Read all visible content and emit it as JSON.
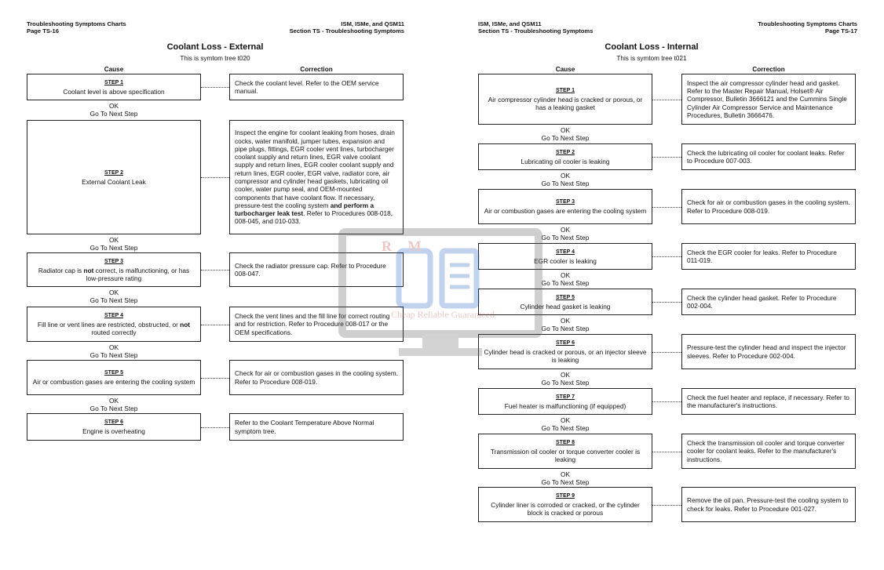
{
  "left": {
    "header_left": [
      "Troubleshooting Symptoms Charts",
      "Page TS-16"
    ],
    "header_right": [
      "ISM, ISMe, and QSM11",
      "Section TS - Troubleshooting Symptoms"
    ],
    "title": "Coolant Loss - External",
    "subtitle": "This is symtom tree t020",
    "cause_header": "Cause",
    "correction_header": "Correction",
    "ok_label": "OK",
    "next_label": "Go To Next Step",
    "steps": [
      {
        "step": "STEP 1",
        "cause": "Coolant level is above specification",
        "correction": "Check the coolant level. Refer to the OEM service manual."
      },
      {
        "step": "STEP 2",
        "cause": "External Coolant Leak",
        "correction": "Inspect the engine for coolant leaking from hoses, drain cocks, water manifold, jumper tubes, expansion and pipe plugs, fittings, EGR cooler vent lines, turbocharger coolant supply and return lines, EGR valve coolant supply and return lines, EGR cooler coolant supply and return lines, EGR cooler, EGR valve, radiator core, air compressor and cylinder head gaskets, lubricating oil cooler, water pump seal, and OEM-mounted components that have coolant flow. If necessary, pressure-test the cooling system ",
        "correction_bold": "and perform a turbocharger leak test",
        "correction_tail": ". Refer to Procedures 008-018, 008-045, and 010-033."
      },
      {
        "step": "STEP 3",
        "cause_pre": "Radiator cap is ",
        "cause_bold": "not",
        "cause_post": " correct, is malfunctioning, or has low-pressure rating",
        "correction": "Check the radiator pressure cap. Refer to Procedure 008-047."
      },
      {
        "step": "STEP 4",
        "cause_pre": "Fill line or vent lines are restricted, obstructed, or ",
        "cause_bold": "not",
        "cause_post": " routed correctly",
        "correction": "Check the vent lines and the fill line for correct routing and for restriction. Refer to Procedure 008-017 or the OEM specifications."
      },
      {
        "step": "STEP 5",
        "cause": "Air or combustion gases are entering the cooling system",
        "correction": "Check for air or combustion gases in the cooling system. Refer to Procedure 008-019."
      },
      {
        "step": "STEP 6",
        "cause": "Engine is overheating",
        "correction": "Refer to the Coolant Temperature Above Normal symptom tree."
      }
    ]
  },
  "right": {
    "header_left": [
      "ISM, ISMe, and QSM11",
      "Section TS - Troubleshooting Symptoms"
    ],
    "header_right": [
      "Troubleshooting Symptoms Charts",
      "Page TS-17"
    ],
    "title": "Coolant Loss - Internal",
    "subtitle": "This is symtom tree t021",
    "cause_header": "Cause",
    "correction_header": "Correction",
    "ok_label": "OK",
    "next_label": "Go To Next Step",
    "steps": [
      {
        "step": "STEP 1",
        "cause": "Air compressor cylinder head is cracked or porous, or has a leaking gasket",
        "correction": "Inspect the air compressor cylinder head and gasket. Refer to the Master Repair Manual, Holset® Air Compressor, Bulletin 3666121 and the Cummins Single Cylinder Air Compressor Service and Maintenance Procedures, Bulletin 3666476."
      },
      {
        "step": "STEP 2",
        "cause": "Lubricating oil cooler is leaking",
        "correction": "Check the lubricating oil cooler for coolant leaks. Refer to Procedure 007-003."
      },
      {
        "step": "STEP 3",
        "cause": "Air or combustion gases are entering the cooling system",
        "correction": "Check for air or combustion gases in the cooling system. Refer to Procedure 008-019."
      },
      {
        "step": "STEP 4",
        "cause": "EGR cooler is leaking",
        "correction": "Check the EGR cooler for leaks. Refer to Procedure 011-019."
      },
      {
        "step": "STEP 5",
        "cause": "Cylinder head gasket is leaking",
        "correction": "Check the cylinder head gasket. Refer to Procedure 002-004."
      },
      {
        "step": "STEP 6",
        "cause": "Cylinder head is cracked or porous, or an injector sleeve is leaking",
        "correction": "Pressure-test the cylinder head and inspect the injector sleeves. Refer to Procedure 002-004."
      },
      {
        "step": "STEP 7",
        "cause": "Fuel heater is malfunctioning (if equipped)",
        "correction": "Check the fuel heater and replace, if necessary. Refer to the manufacturer's instructions."
      },
      {
        "step": "STEP 8",
        "cause": "Transmission oil cooler or torque converter cooler is leaking",
        "correction": "Check the transmission oil cooler and torque converter cooler for coolant leaks. Refer to the manufacturer's instructions."
      },
      {
        "step": "STEP 9",
        "cause": "Cylinder liner is corroded or cracked, or the cylinder block is cracked or porous",
        "correction": "Remove the oil pan. Pressure-test the cooling system to check for leaks. Refer to Procedure 001-027."
      }
    ]
  },
  "watermark": {
    "brand": "R M",
    "tagline": "Cheap Reliable Guaranteed",
    "brand_color": "#c0392b",
    "icon_color": "#1f5fbf"
  }
}
